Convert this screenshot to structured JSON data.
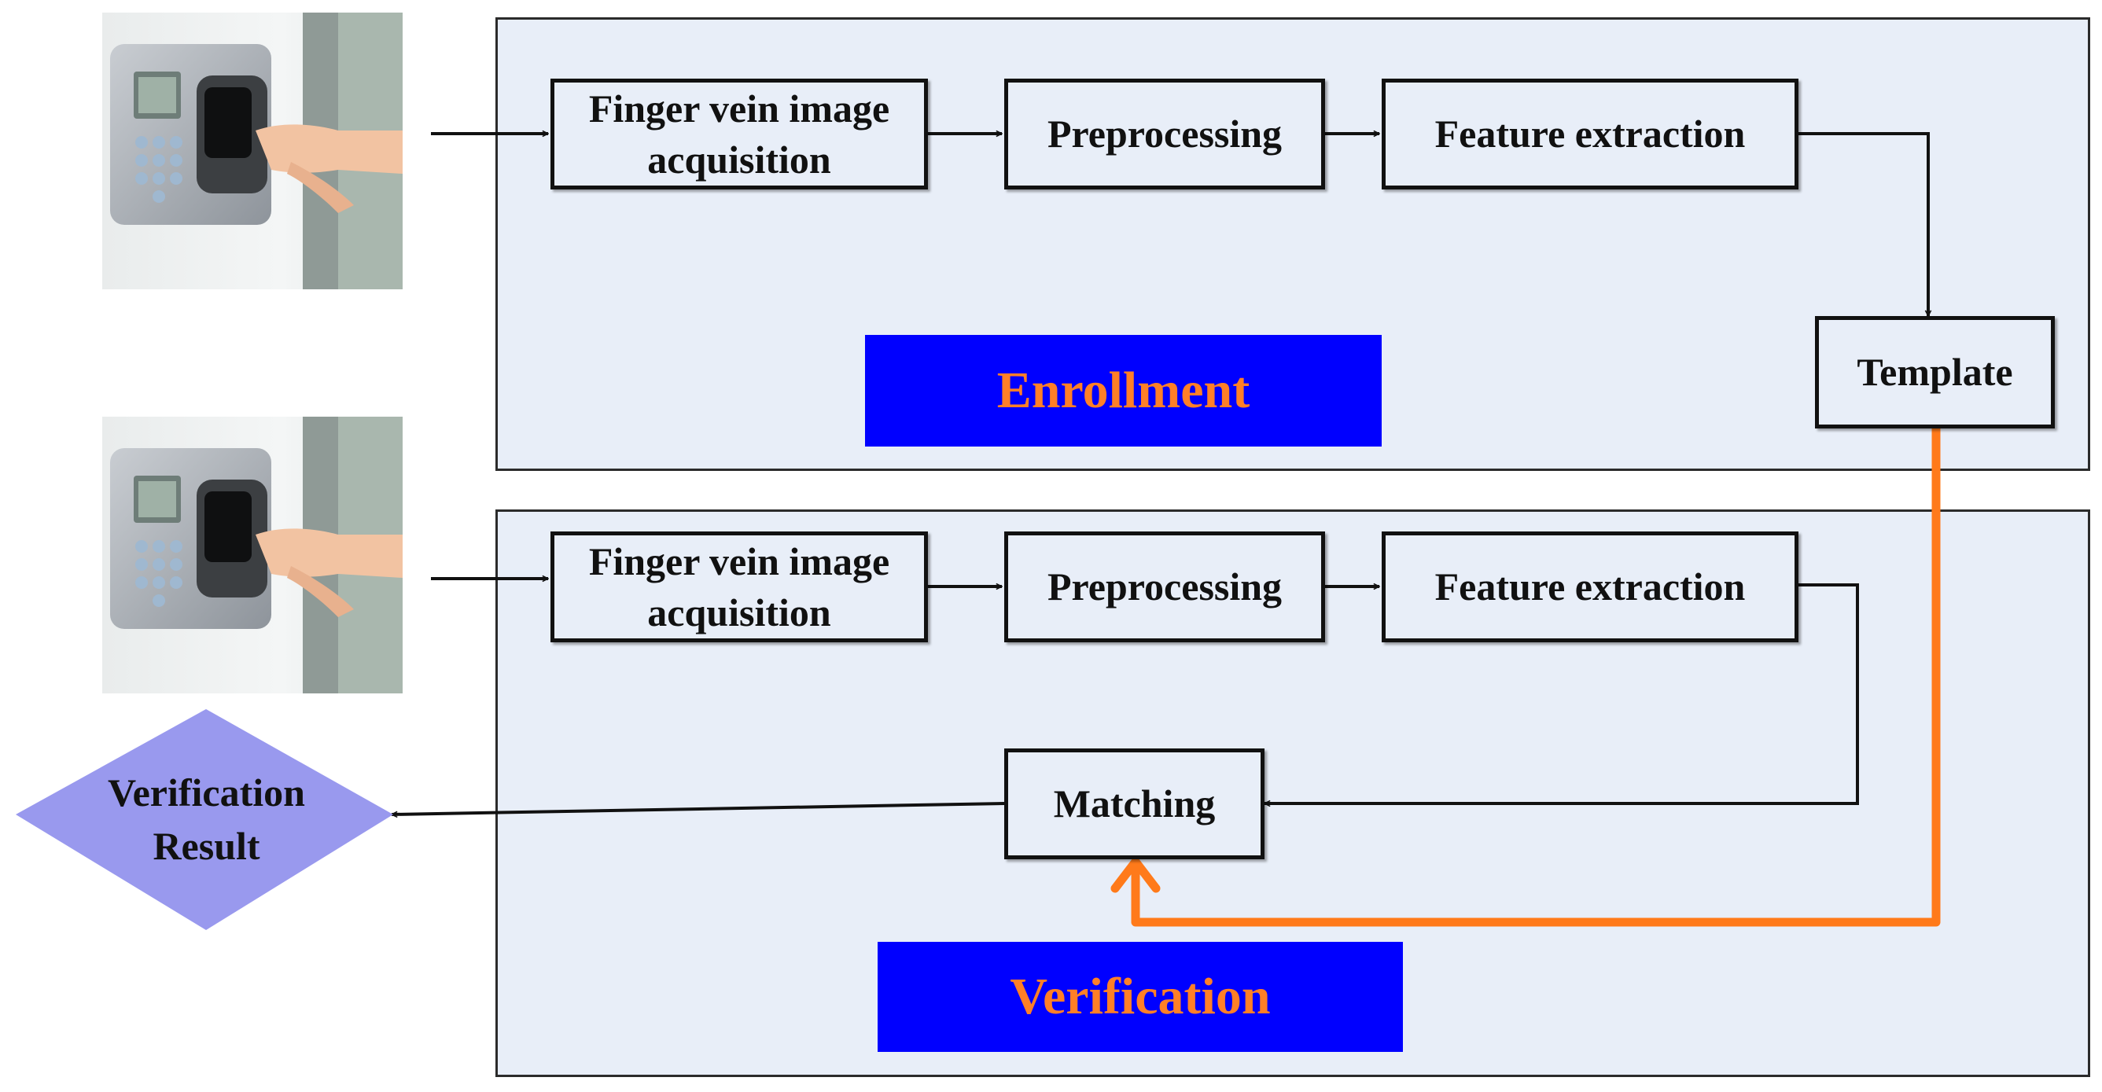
{
  "enrollment": {
    "acquisition_line1": "Finger vein image",
    "acquisition_line2": "acquisition",
    "preprocessing": "Preprocessing",
    "feature_extraction": "Feature extraction",
    "template": "Template",
    "title": "Enrollment"
  },
  "verification": {
    "acquisition_line1": "Finger vein image",
    "acquisition_line2": "acquisition",
    "preprocessing": "Preprocessing",
    "feature_extraction": "Feature extraction",
    "matching": "Matching",
    "title": "Verification"
  },
  "result": {
    "line1": "Verification",
    "line2": "Result"
  },
  "colors": {
    "panel_fill": "#e8eef8",
    "label_bar": "#0000ff",
    "label_text": "#ff7f27",
    "template_link": "#ff7a1a",
    "diamond": "#9999ee"
  },
  "icons": [
    "finger-vein-scanner-photo",
    "finger-vein-scanner-photo"
  ]
}
